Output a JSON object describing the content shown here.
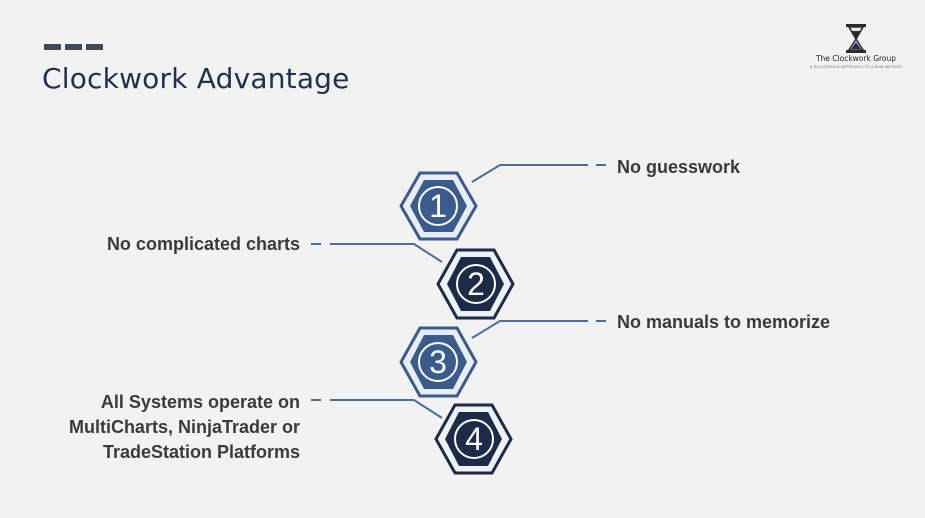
{
  "header": {
    "title": "Clockwork Advantage",
    "logo_name": "The Clockwork Group",
    "logo_tagline": "A SUCCESSFUL APPROACH TO A NEW METHOD"
  },
  "colors": {
    "background": "#f2f2f2",
    "title": "#1f3050",
    "hex_light": "#3b5b8c",
    "hex_dark": "#1c2b47",
    "connector": "#4a6da0",
    "label": "#3a3a3a"
  },
  "steps": [
    {
      "number": "1",
      "label": "No guesswork",
      "side": "right",
      "style": "light"
    },
    {
      "number": "2",
      "label": "No complicated charts",
      "side": "left",
      "style": "dark"
    },
    {
      "number": "3",
      "label": "No manuals to memorize",
      "side": "right",
      "style": "light"
    },
    {
      "number": "4",
      "label_lines": [
        "All Systems operate on",
        "MultiCharts, NinjaTrader or",
        "TradeStation Platforms"
      ],
      "side": "left",
      "style": "dark"
    }
  ]
}
